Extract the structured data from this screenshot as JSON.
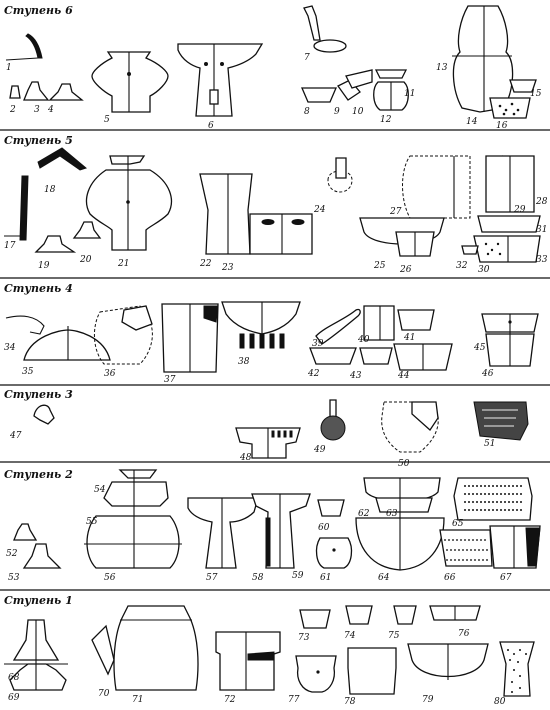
{
  "plate": {
    "stages": [
      {
        "id": "stage-6",
        "label": "Ступень 6"
      },
      {
        "id": "stage-5",
        "label": "Ступень 5"
      },
      {
        "id": "stage-4",
        "label": "Ступень 4"
      },
      {
        "id": "stage-3",
        "label": "Ступень 3"
      },
      {
        "id": "stage-2",
        "label": "Ступень 2"
      },
      {
        "id": "stage-1",
        "label": "Ступень 1"
      }
    ],
    "numbers": {
      "n1": "1",
      "n2": "2",
      "n3": "3",
      "n4": "4",
      "n5": "5",
      "n6": "6",
      "n7": "7",
      "n8": "8",
      "n9": "9",
      "n10": "10",
      "n11": "11",
      "n12": "12",
      "n13": "13",
      "n14": "14",
      "n15": "15",
      "n16": "16",
      "n17": "17",
      "n18": "18",
      "n19": "19",
      "n20": "20",
      "n21": "21",
      "n22": "22",
      "n23": "23",
      "n24": "24",
      "n25": "25",
      "n26": "26",
      "n27": "27",
      "n28": "28",
      "n29": "29",
      "n30": "30",
      "n31": "31",
      "n32": "32",
      "n33": "33",
      "n34": "34",
      "n35": "35",
      "n36": "36",
      "n37": "37",
      "n38": "38",
      "n39": "39",
      "n40": "40",
      "n41": "41",
      "n42": "42",
      "n43": "43",
      "n44": "44",
      "n45": "45",
      "n46": "46",
      "n47": "47",
      "n48": "48",
      "n49": "49",
      "n50": "50",
      "n51": "51",
      "n52": "52",
      "n53": "53",
      "n54": "54",
      "n55": "55",
      "n56": "56",
      "n57": "57",
      "n58": "58",
      "n59": "59",
      "n60": "60",
      "n61": "61",
      "n62": "62",
      "n63": "63",
      "n64": "64",
      "n65": "65",
      "n66": "66",
      "n67": "67",
      "n68": "68",
      "n69": "69",
      "n70": "70",
      "n71": "71",
      "n72": "72",
      "n73": "73",
      "n74": "74",
      "n75": "75",
      "n76": "76",
      "n77": "77",
      "n78": "78",
      "n79": "79",
      "n80": "80"
    }
  }
}
